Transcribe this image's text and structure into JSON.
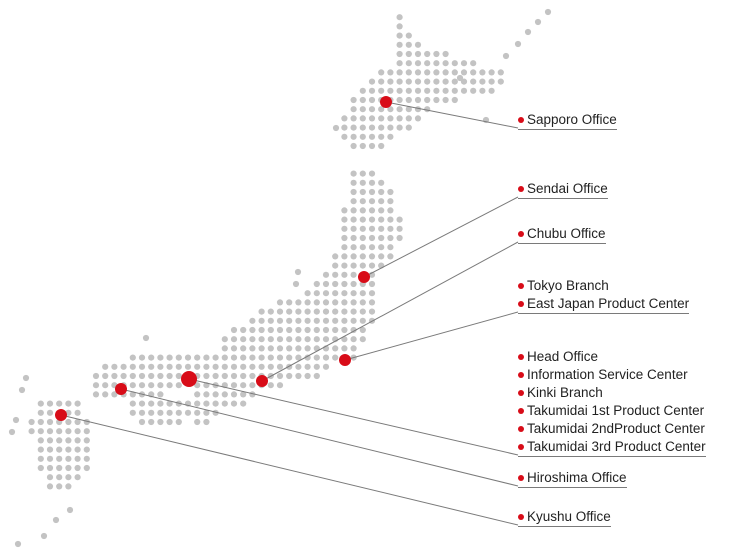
{
  "colors": {
    "marker": "#d80c18",
    "dot": "#c3c3c3",
    "leader": "#7a7a7a",
    "text": "#222222"
  },
  "offices": [
    {
      "id": "sapporo",
      "labels": [
        "Sapporo Office"
      ]
    },
    {
      "id": "sendai",
      "labels": [
        "Sendai Office"
      ]
    },
    {
      "id": "chubu",
      "labels": [
        "Chubu Office"
      ]
    },
    {
      "id": "tokyo",
      "labels": [
        "Tokyo Branch",
        "East Japan Product Center"
      ]
    },
    {
      "id": "head",
      "labels": [
        "Head Office",
        "Information Service Center",
        "Kinki Branch",
        "Takumidai 1st Product Center",
        "Takumidai 2ndProduct Center",
        "Takumidai 3rd Product Center"
      ]
    },
    {
      "id": "hiroshima",
      "labels": [
        "Hiroshima Office"
      ]
    },
    {
      "id": "kyushu",
      "labels": [
        "Kyushu Office"
      ]
    }
  ]
}
